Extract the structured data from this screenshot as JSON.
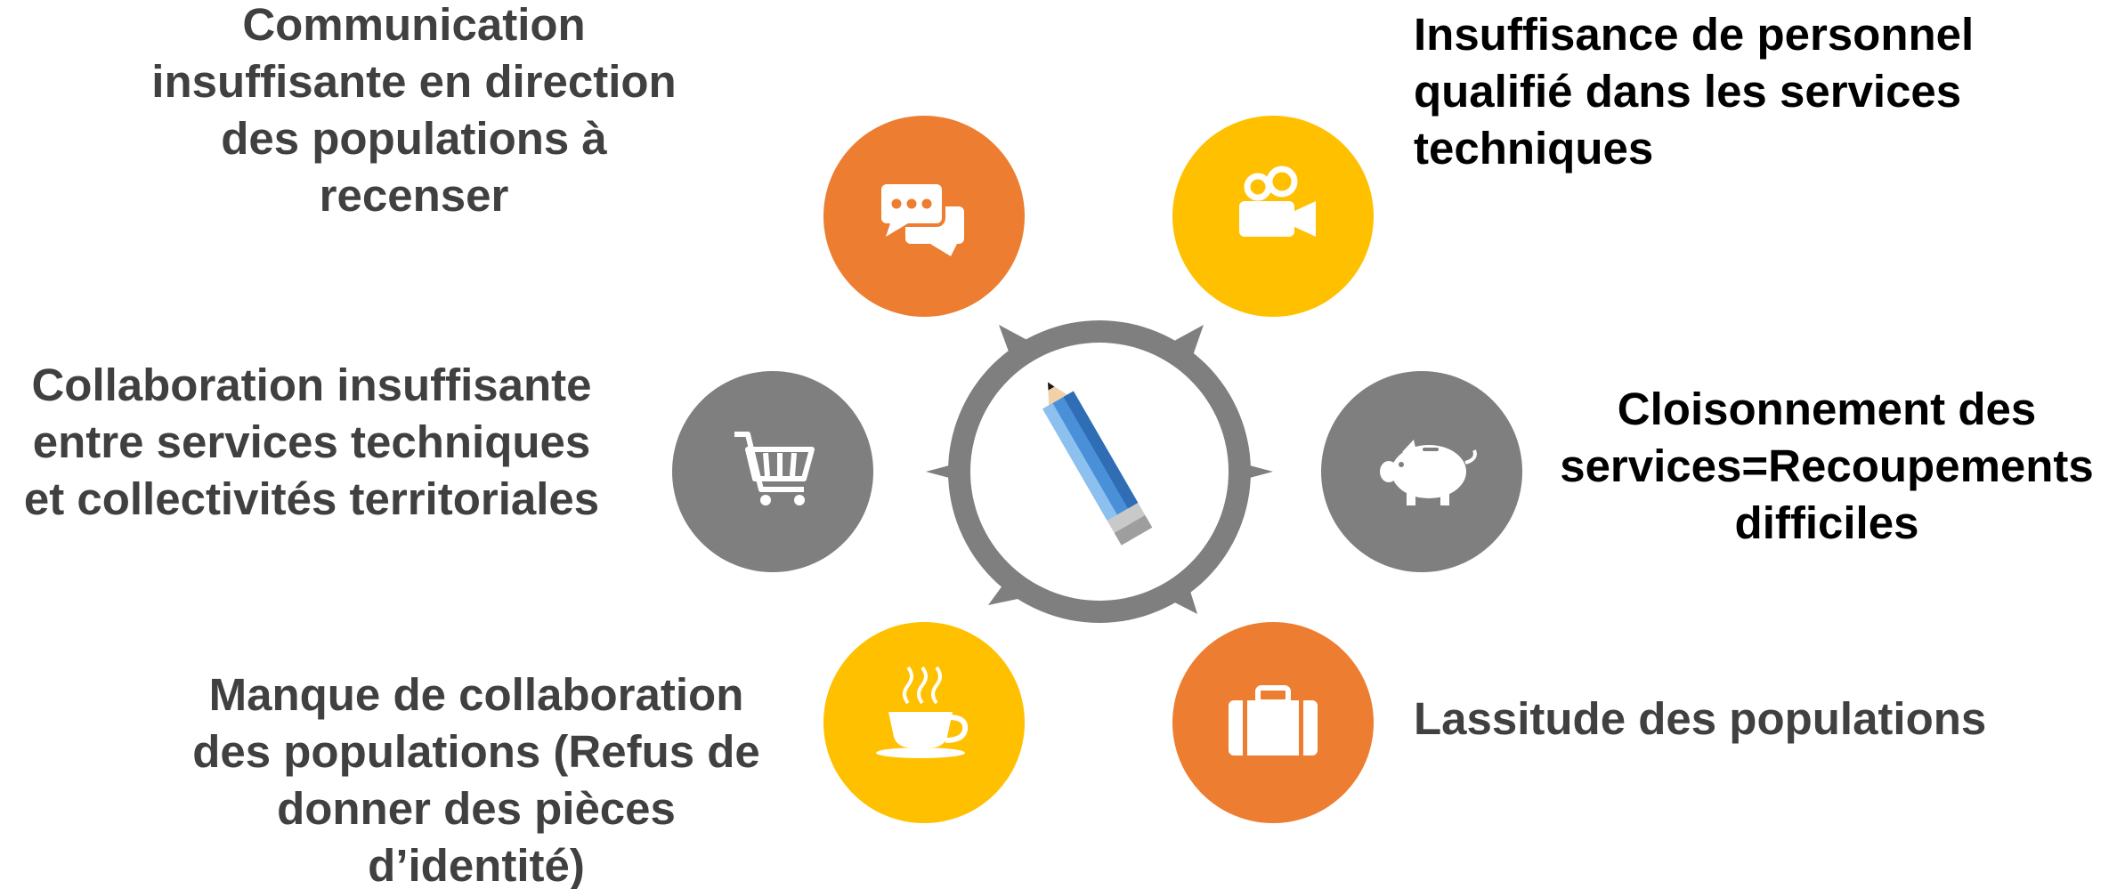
{
  "colors": {
    "orange": "#ed7d31",
    "yellow": "#ffc000",
    "gray": "#7f7f7f",
    "dark_text": "#404040",
    "black_text": "#000000",
    "pencil_blue": "#4a90d9"
  },
  "center": {
    "icon": "pencil-icon"
  },
  "nodes": [
    {
      "id": "top-left",
      "icon": "chat-bubbles-icon",
      "color": "orange",
      "label": "Communication\ninsuffisante en direction\ndes populations à recenser"
    },
    {
      "id": "top-right",
      "icon": "video-camera-icon",
      "color": "yellow",
      "label": "Insuffisance de personnel\nqualifié dans les services\ntechniques"
    },
    {
      "id": "middle-left",
      "icon": "shopping-cart-icon",
      "color": "gray",
      "label": "Collaboration insuffisante\nentre services techniques\net collectivités territoriales"
    },
    {
      "id": "middle-right",
      "icon": "piggy-bank-icon",
      "color": "gray",
      "label": "Cloisonnement des\nservices=Recoupements\ndifficiles"
    },
    {
      "id": "bottom-left",
      "icon": "coffee-cup-icon",
      "color": "yellow",
      "label": "Manque de collaboration\ndes populations (Refus de\ndonner des pièces\nd’identité)"
    },
    {
      "id": "bottom-right",
      "icon": "briefcase-icon",
      "color": "orange",
      "label": "Lassitude des populations"
    }
  ]
}
